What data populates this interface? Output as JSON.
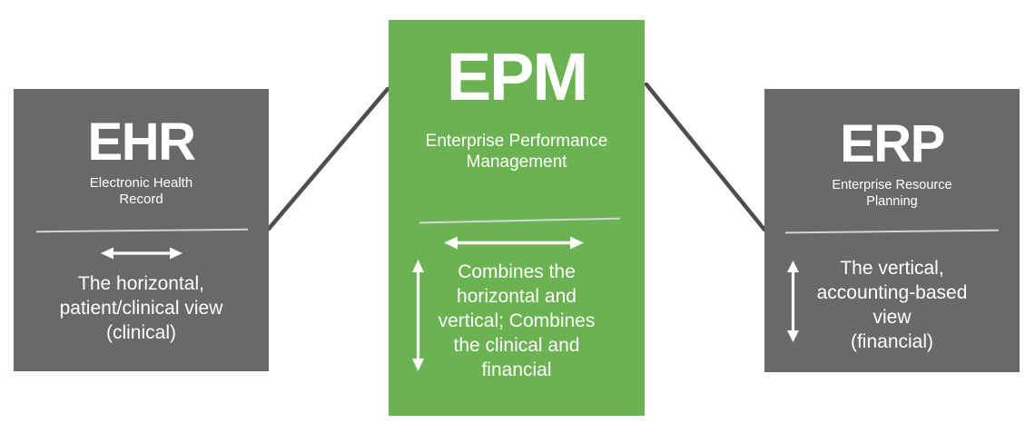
{
  "diagram": {
    "boxes": [
      {
        "id": "ehr",
        "acronym": "EHR",
        "full_name": "Electronic Health\nRecord",
        "description": "The horizontal,\npatient/clinical view\n(clinical)",
        "box_color": "#696969",
        "icons": [
          "horizontal-double-arrow-icon"
        ]
      },
      {
        "id": "epm",
        "acronym": "EPM",
        "full_name": "Enterprise Performance\nManagement",
        "description": "Combines the\nhorizontal and\nvertical; Combines\nthe clinical and\nfinancial",
        "box_color": "#6BB252",
        "icons": [
          "horizontal-double-arrow-icon",
          "vertical-double-arrow-icon"
        ]
      },
      {
        "id": "erp",
        "acronym": "ERP",
        "full_name": "Enterprise Resource\nPlanning",
        "description": "The vertical,\naccounting-based\nview\n(financial)",
        "box_color": "#696969",
        "icons": [
          "vertical-double-arrow-icon"
        ]
      }
    ],
    "connectors": [
      {
        "from": "ehr",
        "to": "epm"
      },
      {
        "from": "epm",
        "to": "erp"
      }
    ],
    "colors": {
      "gray_box": "#696969",
      "green_box": "#6BB252",
      "connector_line": "#4d4d4d",
      "divider_line": "#dcdcdc",
      "text": "#ffffff",
      "background": "#ffffff"
    }
  }
}
